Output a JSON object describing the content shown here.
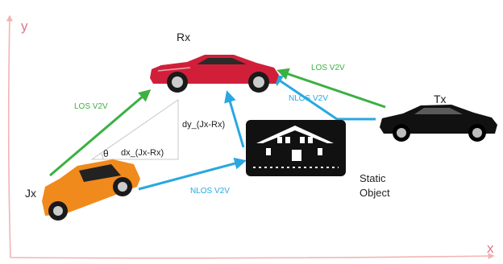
{
  "axes": {
    "y_label": "y",
    "x_label": "x"
  },
  "nodes": {
    "rx_label": "Rx",
    "tx_label": "Tx",
    "jx_label": "Jx",
    "static_object_label_line1": "Static",
    "static_object_label_line2": "Object"
  },
  "links": {
    "los_jx_rx": "LOS V2V",
    "los_tx_rx": "LOS V2V",
    "nlos_tx_rx": "NLOS V2V",
    "nlos_jx_obj": "NLOS V2V"
  },
  "geometry_labels": {
    "dy": "dy_(Jx-Rx)",
    "dx": "dx_(Jx-Rx)",
    "theta": "θ"
  },
  "colors": {
    "axis": "#f2b4b4",
    "los": "#3cb043",
    "nlos": "#29a8df",
    "rx_car": "#d11f3a",
    "jx_car": "#f08a1c",
    "tx_car": "#111111",
    "object": "#111111"
  },
  "icons": [
    "red-car-icon",
    "orange-suv-icon",
    "black-car-icon",
    "house-icon"
  ]
}
